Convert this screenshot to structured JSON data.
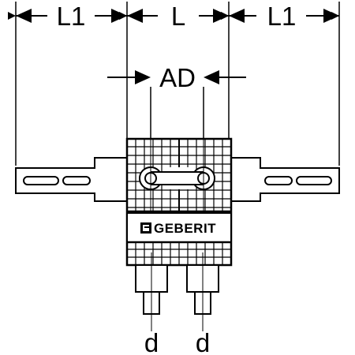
{
  "dimensions": {
    "left_span": "L1",
    "center_span": "L",
    "right_span": "L1",
    "outer_diameter": "AD",
    "pipe_left": "d",
    "pipe_right": "d"
  },
  "brand": {
    "name": "GEBERIT"
  },
  "colors": {
    "stroke": "#000000",
    "background": "#ffffff"
  }
}
